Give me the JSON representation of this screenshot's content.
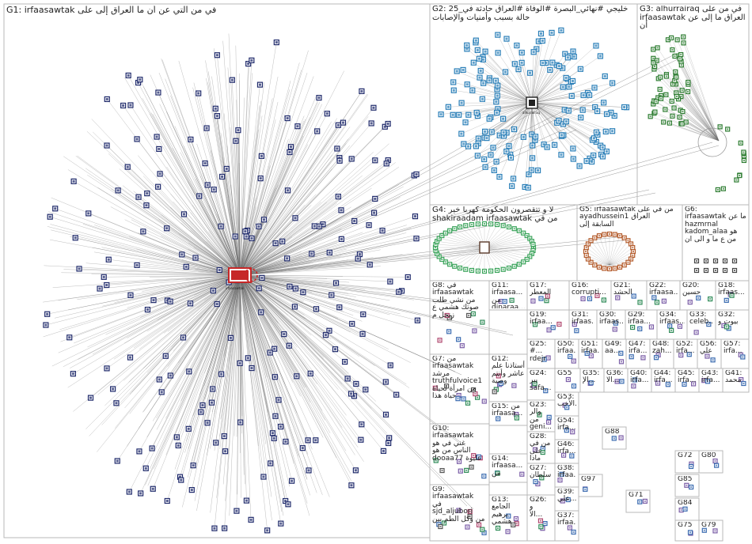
{
  "panes": [
    {
      "id": "G1",
      "label": "G1: irfaasawtak في من التي عن أن ما العراق إلى على"
    },
    {
      "id": "G2",
      "label": "G2: 25_خليجي #نهائي_البصرة #الوفاة #العراق حادثة في\nحالة بسبب وأمنيات والإصابات"
    },
    {
      "id": "G3",
      "label": "G3: alhurrairaq في من على\nirfaasawtak العراق ما إلى عن\nأن"
    },
    {
      "id": "G4",
      "label": "G4: لا و تتقصرون الحكومة كهربا خير\nshakiraadam irfaasawtak من في"
    },
    {
      "id": "G5",
      "label": "G5: irfaasawtak من في على\nayadhussein1 العراق\nالسابقة إلى"
    },
    {
      "id": "G6",
      "label": "G6:\nirfaasawtak ما عن\nhazmrnal\nkadom_alaa هو\nمن ع ما و الى ان"
    },
    {
      "id": "G8",
      "label": "G8: في\nirfaasawtak\nمن نشي طلب\nصوتك هشمي ع\nزنجل م"
    },
    {
      "id": "G11",
      "label": "G11:\nirfaasa...\nمن\ndinaraa...\nشيء"
    },
    {
      "id": "G17",
      "label": "G17:\nالمعطر"
    },
    {
      "id": "G16",
      "label": "G16:\ncorrupti..."
    },
    {
      "id": "G21",
      "label": "G21:\nالحشد"
    },
    {
      "id": "G22",
      "label": "G22:\nirfaasa..."
    },
    {
      "id": "G20",
      "label": "G20:\nحسين"
    },
    {
      "id": "G18",
      "label": "G18:\nirfaas..."
    },
    {
      "id": "G19",
      "label": "G19:\nirfaa..."
    },
    {
      "id": "G31",
      "label": "G31:\nirfaas..."
    },
    {
      "id": "G30",
      "label": "G30:\nirfaas..."
    },
    {
      "id": "G29",
      "label": "G29:\nirfaa..."
    },
    {
      "id": "G34",
      "label": "G34:\nirfaas..."
    },
    {
      "id": "G33",
      "label": "G33:\nceleb..."
    },
    {
      "id": "G32",
      "label": "G32:\nبيوت و"
    },
    {
      "id": "G7",
      "label": "G7: من\nirfaasawtak\nمرشد\ntruthfulvoice1\nمن امرأة لحياة\nحياة هذا"
    },
    {
      "id": "G12",
      "label": "G12:\nأستاذنا علم\nعاشر وأنتم\nوصية"
    },
    {
      "id": "G25",
      "label": "G25:\n#...\nrdejr"
    },
    {
      "id": "G50",
      "label": "G50:\nirfaa..."
    },
    {
      "id": "G51",
      "label": "G51:\nirfaa..."
    },
    {
      "id": "G49",
      "label": "G49:\naa..."
    },
    {
      "id": "G47",
      "label": "G47:\nirfa..."
    },
    {
      "id": "G48",
      "label": "G48:\nzah..."
    },
    {
      "id": "G52",
      "label": "G52:\nirfa..."
    },
    {
      "id": "G56",
      "label": "G56:\nعلي"
    },
    {
      "id": "G57",
      "label": "G57:\nirfa..."
    },
    {
      "id": "G24",
      "label": "G24:\nيبر\nsafa..."
    },
    {
      "id": "G55",
      "label": "G55"
    },
    {
      "id": "G35",
      "label": "G35:\nالإ..."
    },
    {
      "id": "G36",
      "label": "G36:\nالا..."
    },
    {
      "id": "G40",
      "label": "G40:\nirfa..."
    },
    {
      "id": "G44",
      "label": "G44:\nirfa..."
    },
    {
      "id": "G45",
      "label": "G45:\nirfa..."
    },
    {
      "id": "G43",
      "label": "G43:\nirfa..."
    },
    {
      "id": "G41",
      "label": "G41:\nمحمد"
    },
    {
      "id": "G10",
      "label": "G10:\nirfaasawtak\nغني في هو\nالناس من هو\ndooaa77 عليوة"
    },
    {
      "id": "G15",
      "label": "G15: من\nirfaasa..."
    },
    {
      "id": "G23",
      "label": "G23:\nوالر من\ngeni..."
    },
    {
      "id": "G53",
      "label": "G53:\nالأخب..."
    },
    {
      "id": "G54",
      "label": "G54:\nirfa..."
    },
    {
      "id": "G28",
      "label": "G28:\nمن في\nعلى ماذا"
    },
    {
      "id": "G46",
      "label": "G46:\nirfa..."
    },
    {
      "id": "G38",
      "label": "G38:\nirfaa..."
    },
    {
      "id": "G39",
      "label": "G39:\nعلي..."
    },
    {
      "id": "G37",
      "label": "G37:\nirfaa..."
    },
    {
      "id": "G14",
      "label": "G14:\nirfaasa...\nمن"
    },
    {
      "id": "G27",
      "label": "G27:\nسلطان"
    },
    {
      "id": "G9",
      "label": "G9:\nirfaasawtak\nفي\nsjd_aljubori\nمن وكل الطم بين"
    },
    {
      "id": "G13",
      "label": "G13:\nالجامع برهيم\nهشمي"
    },
    {
      "id": "G26",
      "label": "G26:\nو\nالأ..."
    },
    {
      "id": "G88",
      "label": "G88"
    },
    {
      "id": "G72",
      "label": "G72"
    },
    {
      "id": "G80",
      "label": "G80"
    },
    {
      "id": "G85",
      "label": "G85"
    },
    {
      "id": "G84",
      "label": "G84"
    },
    {
      "id": "G75",
      "label": "G75"
    },
    {
      "id": "G79",
      "label": "G79"
    },
    {
      "id": "G97",
      "label": "G97"
    },
    {
      "id": "G71",
      "label": "G71"
    }
  ],
  "hub_labels": {
    "g1_hub": "irfaasawtak",
    "g2_hub": "alhurrairaq"
  },
  "colors": {
    "edge": "#6e6e6e",
    "pane_border": "#b9b9b9",
    "g1_node": "#1f2a6b",
    "g2_node": "#2a7fb8",
    "g3_node": "#2e7d32",
    "g4_node": "#3aa35a",
    "hub": "#c62828",
    "g8_node": "#8a7bb8",
    "g11_node": "#b07fd0",
    "g17_node": "#c04a8c"
  }
}
